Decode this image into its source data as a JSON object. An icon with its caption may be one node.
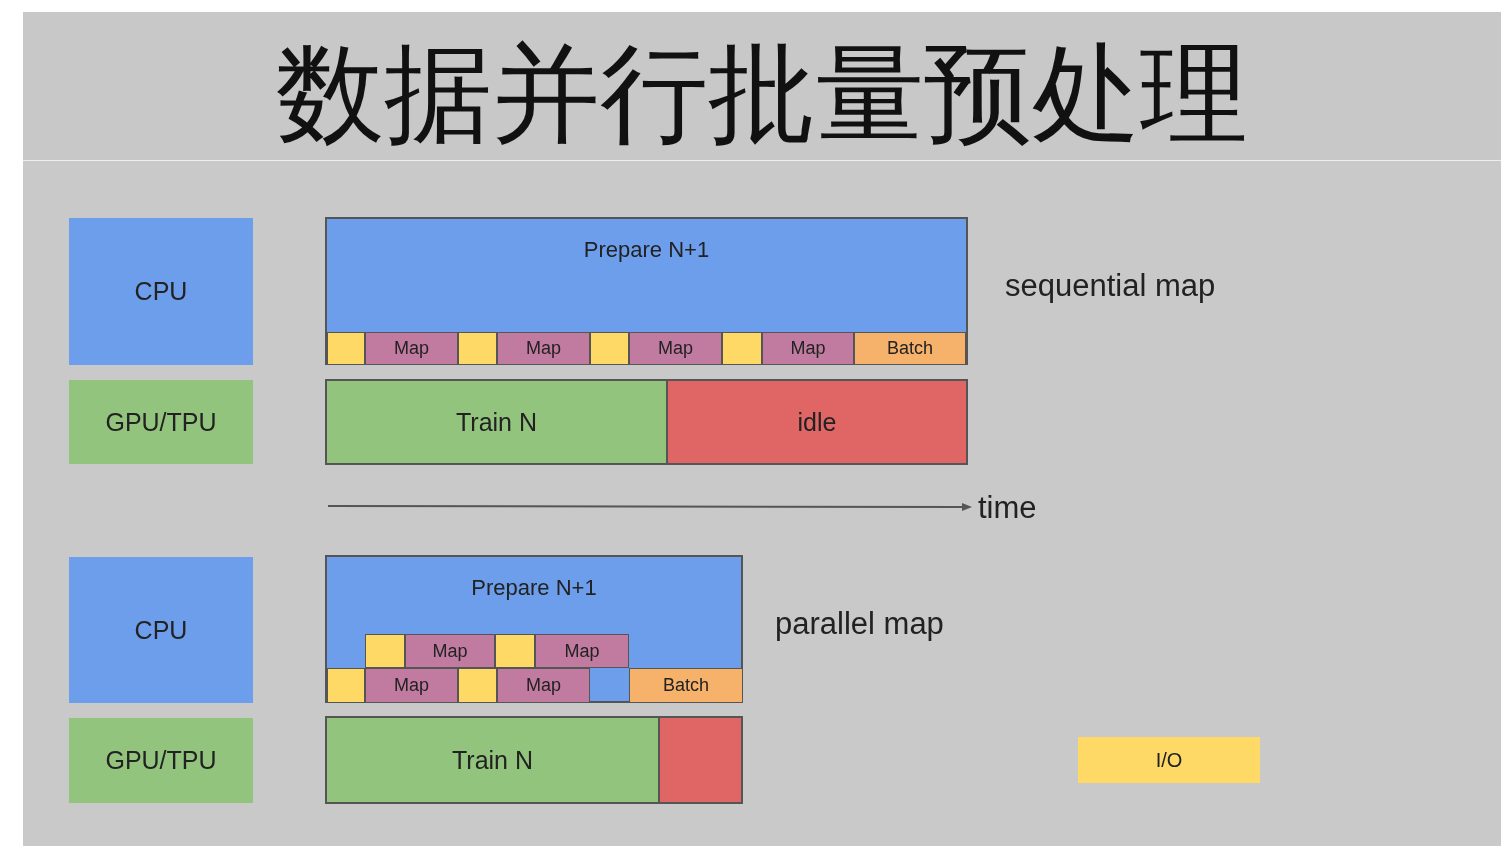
{
  "diagram": {
    "title": "数据并行批量预处理",
    "nodes": [
      {
        "text": [
          "CPU"
        ]
      },
      {
        "text": [
          "Prepare N+1"
        ]
      },
      {
        "text": [],
        "shape": "box",
        "in": 1
      },
      {
        "text": [
          "Map"
        ],
        "in": 1
      },
      {
        "text": [],
        "shape": "box",
        "in": 1
      },
      {
        "text": [
          "Map"
        ],
        "in": 1
      },
      {
        "text": [],
        "shape": "box",
        "in": 1
      },
      {
        "text": [
          "Map"
        ],
        "in": 1
      },
      {
        "text": [],
        "shape": "box",
        "in": 1
      },
      {
        "text": [
          "Map"
        ],
        "in": 1
      },
      {
        "text": [
          "Batch"
        ],
        "in": 1
      },
      {
        "text": [
          "GPU/TPU"
        ]
      },
      {
        "text": [
          "Train N"
        ]
      },
      {
        "text": [
          "idle"
        ]
      },
      {
        "text": [
          "CPU"
        ]
      },
      {
        "text": [
          "Prepare N+1"
        ]
      },
      {
        "text": [],
        "shape": "box",
        "in": 15
      },
      {
        "text": [
          "Map"
        ],
        "in": 15
      },
      {
        "text": [],
        "shape": "box",
        "in": 15
      },
      {
        "text": [
          "Map"
        ],
        "in": 15
      },
      {
        "text": [],
        "shape": "box",
        "in": 15
      },
      {
        "text": [
          "Map"
        ],
        "in": 15
      },
      {
        "text": [],
        "shape": "box",
        "in": 15
      },
      {
        "text": [
          "Map"
        ],
        "in": 15
      },
      {
        "text": [
          "Batch"
        ],
        "in": 15
      },
      {
        "text": [
          "GPU/TPU"
        ]
      },
      {
        "text": [
          "Train N"
        ]
      },
      {
        "text": [],
        "shape": "box"
      }
    ],
    "labels": [
      "sequential map",
      "time",
      "parallel map"
    ],
    "legend": [
      {
        "text": "I/O",
        "color": "#ffd966"
      }
    ]
  }
}
